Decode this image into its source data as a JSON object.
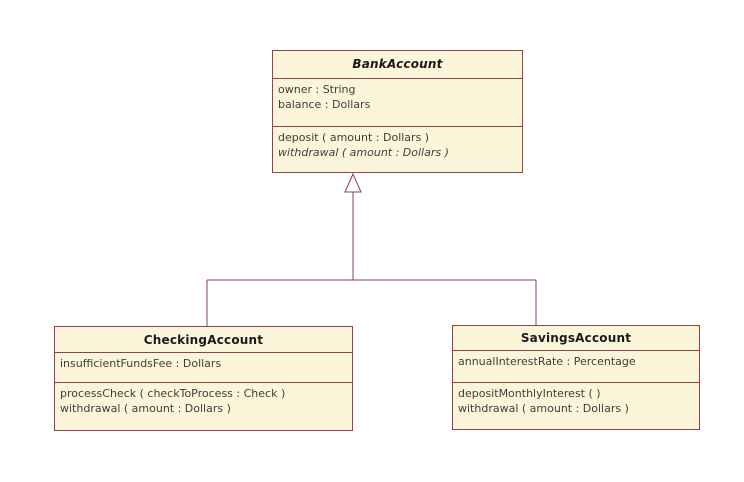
{
  "colors": {
    "background": "#ffffff",
    "class_fill": "#fbf6d9",
    "class_border": "#95404f",
    "connector": "#95404f",
    "member_text": "#3e3e3e",
    "title_text": "#1a1a1a"
  },
  "classes": {
    "bank_account": {
      "title": "BankAccount",
      "is_abstract": true,
      "attributes": [
        "owner : String",
        "balance : Dollars"
      ],
      "operations": [
        {
          "text": "deposit ( amount : Dollars )",
          "is_abstract": false
        },
        {
          "text": "withdrawal ( amount : Dollars )",
          "is_abstract": true
        }
      ]
    },
    "checking_account": {
      "title": "CheckingAccount",
      "is_abstract": false,
      "attributes": [
        "insufficientFundsFee : Dollars"
      ],
      "operations": [
        {
          "text": "processCheck ( checkToProcess : Check )",
          "is_abstract": false
        },
        {
          "text": "withdrawal ( amount : Dollars )",
          "is_abstract": false
        }
      ]
    },
    "savings_account": {
      "title": "SavingsAccount",
      "is_abstract": false,
      "attributes": [
        "annualInterestRate : Percentage"
      ],
      "operations": [
        {
          "text": "depositMonthlyInterest ( )",
          "is_abstract": false
        },
        {
          "text": "withdrawal ( amount : Dollars )",
          "is_abstract": false
        }
      ]
    }
  },
  "relationships": [
    {
      "type": "generalization",
      "from": "CheckingAccount",
      "to": "BankAccount"
    },
    {
      "type": "generalization",
      "from": "SavingsAccount",
      "to": "BankAccount"
    }
  ]
}
